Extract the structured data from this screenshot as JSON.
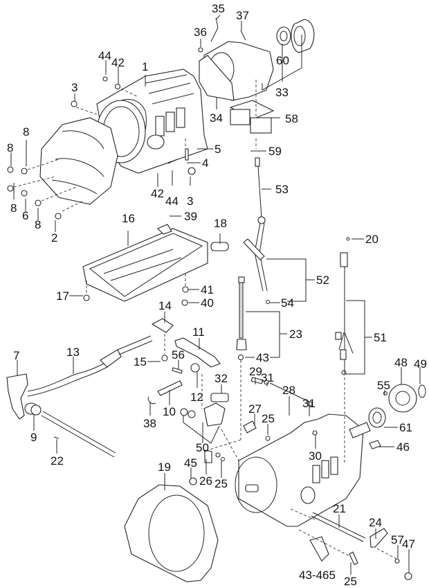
{
  "diagram": {
    "type": "exploded-parts-diagram",
    "subject": "automatic transmission assembly",
    "colors": {
      "line": "#222222",
      "background": "#ffffff"
    },
    "callouts": [
      {
        "id": "c35",
        "text": "35"
      },
      {
        "id": "c37",
        "text": "37"
      },
      {
        "id": "c36",
        "text": "36"
      },
      {
        "id": "c60",
        "text": "60"
      },
      {
        "id": "c33",
        "text": "33"
      },
      {
        "id": "c34",
        "text": "34"
      },
      {
        "id": "c58",
        "text": "58"
      },
      {
        "id": "c59",
        "text": "59"
      },
      {
        "id": "c44a",
        "text": "44"
      },
      {
        "id": "c42a",
        "text": "42"
      },
      {
        "id": "c1",
        "text": "1"
      },
      {
        "id": "c3a",
        "text": "3"
      },
      {
        "id": "c8a",
        "text": "8"
      },
      {
        "id": "c8b",
        "text": "8"
      },
      {
        "id": "c8c",
        "text": "8"
      },
      {
        "id": "c6",
        "text": "6"
      },
      {
        "id": "c8d",
        "text": "8"
      },
      {
        "id": "c2",
        "text": "2"
      },
      {
        "id": "c5",
        "text": "5"
      },
      {
        "id": "c4",
        "text": "4"
      },
      {
        "id": "c42b",
        "text": "42"
      },
      {
        "id": "c44b",
        "text": "44"
      },
      {
        "id": "c3b",
        "text": "3"
      },
      {
        "id": "c53",
        "text": "53"
      },
      {
        "id": "c39",
        "text": "39"
      },
      {
        "id": "c16",
        "text": "16"
      },
      {
        "id": "c18",
        "text": "18"
      },
      {
        "id": "c20",
        "text": "20"
      },
      {
        "id": "c52",
        "text": "52"
      },
      {
        "id": "c54",
        "text": "54"
      },
      {
        "id": "c17",
        "text": "17"
      },
      {
        "id": "c41",
        "text": "41"
      },
      {
        "id": "c40",
        "text": "40"
      },
      {
        "id": "c14",
        "text": "14"
      },
      {
        "id": "c23",
        "text": "23"
      },
      {
        "id": "c51",
        "text": "51"
      },
      {
        "id": "c7",
        "text": "7"
      },
      {
        "id": "c13",
        "text": "13"
      },
      {
        "id": "c11",
        "text": "11"
      },
      {
        "id": "c43",
        "text": "43"
      },
      {
        "id": "c15",
        "text": "15"
      },
      {
        "id": "c56",
        "text": "56"
      },
      {
        "id": "c48",
        "text": "48"
      },
      {
        "id": "c49",
        "text": "49"
      },
      {
        "id": "c29",
        "text": "29"
      },
      {
        "id": "c31a",
        "text": "31"
      },
      {
        "id": "c32",
        "text": "32"
      },
      {
        "id": "c12",
        "text": "12"
      },
      {
        "id": "c28",
        "text": "28"
      },
      {
        "id": "c55",
        "text": "55"
      },
      {
        "id": "c27",
        "text": "27"
      },
      {
        "id": "c25a",
        "text": "25"
      },
      {
        "id": "c31b",
        "text": "31"
      },
      {
        "id": "c61",
        "text": "61"
      },
      {
        "id": "c38",
        "text": "38"
      },
      {
        "id": "c10",
        "text": "10"
      },
      {
        "id": "c9",
        "text": "9"
      },
      {
        "id": "c50",
        "text": "50"
      },
      {
        "id": "c46",
        "text": "46"
      },
      {
        "id": "c22",
        "text": "22"
      },
      {
        "id": "c30",
        "text": "30"
      },
      {
        "id": "c19",
        "text": "19"
      },
      {
        "id": "c45",
        "text": "45"
      },
      {
        "id": "c26",
        "text": "26"
      },
      {
        "id": "c25b",
        "text": "25"
      },
      {
        "id": "c21",
        "text": "21"
      },
      {
        "id": "c24",
        "text": "24"
      },
      {
        "id": "c57",
        "text": "57"
      },
      {
        "id": "c47",
        "text": "47"
      },
      {
        "id": "c43_465",
        "text": "43-465"
      },
      {
        "id": "c25c",
        "text": "25"
      }
    ]
  }
}
